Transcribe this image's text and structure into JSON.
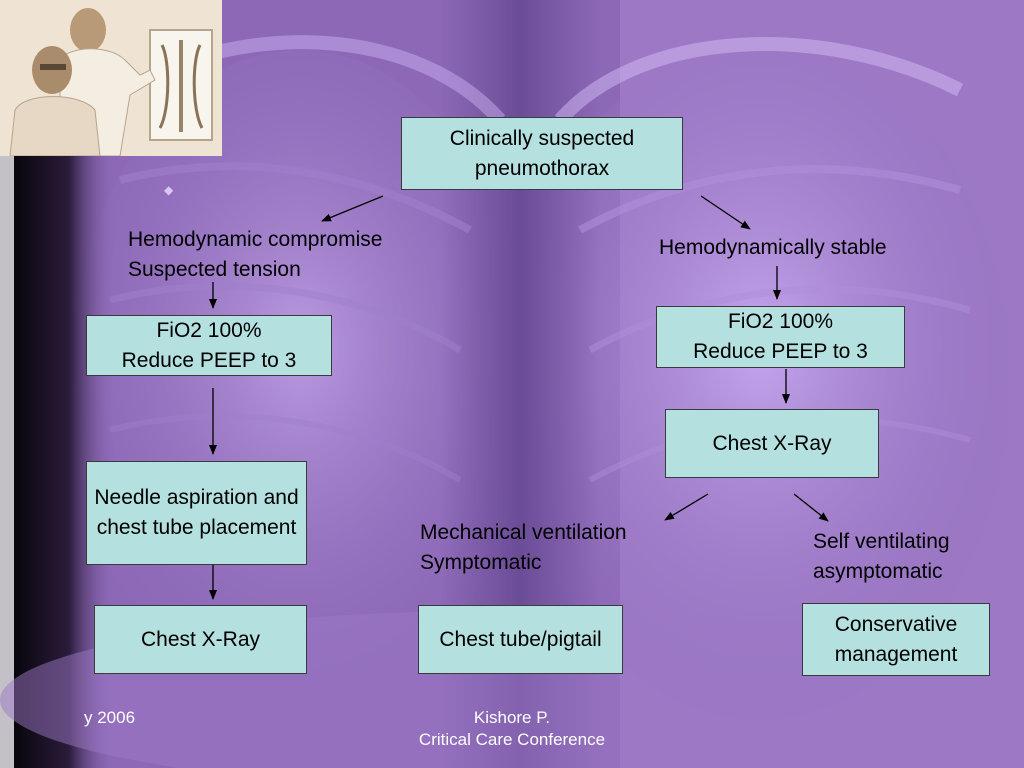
{
  "flowchart": {
    "root": "Clinically suspected pneumothorax",
    "left_branch": {
      "condition": "Hemodynamic compromise\nSuspected tension",
      "step1": "FiO2 100%\nReduce PEEP to 3",
      "step2": "Needle aspiration and chest tube placement",
      "step3": "Chest X-Ray"
    },
    "right_branch": {
      "condition": "Hemodynamically stable",
      "step1": "FiO2 100%\nReduce PEEP to 3",
      "step2": "Chest X-Ray",
      "sub_left": {
        "condition": "Mechanical ventilation\nSymptomatic",
        "outcome": "Chest tube/pigtail"
      },
      "sub_right": {
        "condition": "Self ventilating\nasymptomatic",
        "outcome": "Conservative management"
      }
    }
  },
  "footer": {
    "date": "y 2006",
    "author": "Kishore P.",
    "event": "Critical Care Conference"
  },
  "icons": {
    "photo": "doctors-xray-photo-icon",
    "bullet": "diamond-bullet-icon"
  },
  "colors": {
    "background": "#8c68b6",
    "box_fill": "#b4e0e0",
    "footer_text": "#ffffff"
  }
}
